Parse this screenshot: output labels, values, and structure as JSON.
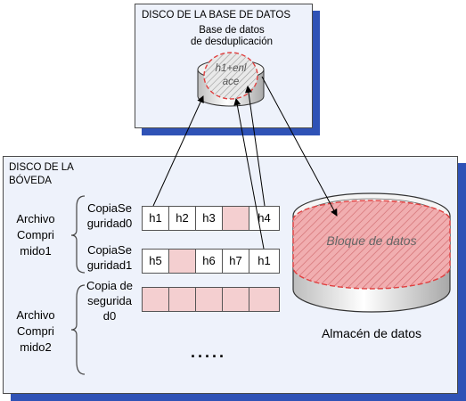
{
  "colors": {
    "panel_fill": "#eef2fb",
    "shadow": "#2f52b6",
    "block_fill": "#f4cfd0",
    "highlight": "#e04040"
  },
  "db_disk": {
    "title": "DISCO DE LA BASE DE DATOS",
    "db_label_line1": "Base de datos",
    "db_label_line2": "de desduplicación",
    "cylinder_text_line1": "h1+enl",
    "cylinder_text_line2": "ace"
  },
  "vault": {
    "title_line1": "DISCO DE LA",
    "title_line2": "BÓVEDA",
    "archive1": [
      "Archivo",
      "Compri",
      "mido1"
    ],
    "archive2": [
      "Archivo",
      "Compri",
      "mido2"
    ],
    "backups": [
      {
        "label": [
          "CopiaSe",
          "guridad0"
        ],
        "cells": [
          "h1",
          "h2",
          "h3",
          "",
          "h4"
        ]
      },
      {
        "label": [
          "CopiaSe",
          "guridad1"
        ],
        "cells": [
          "h5",
          "",
          "h6",
          "h7",
          "h1"
        ]
      },
      {
        "label": [
          "Copia de",
          "segurida",
          "d0"
        ],
        "cells": [
          "",
          "",
          "",
          "",
          ""
        ]
      }
    ],
    "ellipsis": ".....",
    "datastore": {
      "block_label": "Bloque de datos",
      "caption": "Almacén de datos"
    }
  }
}
